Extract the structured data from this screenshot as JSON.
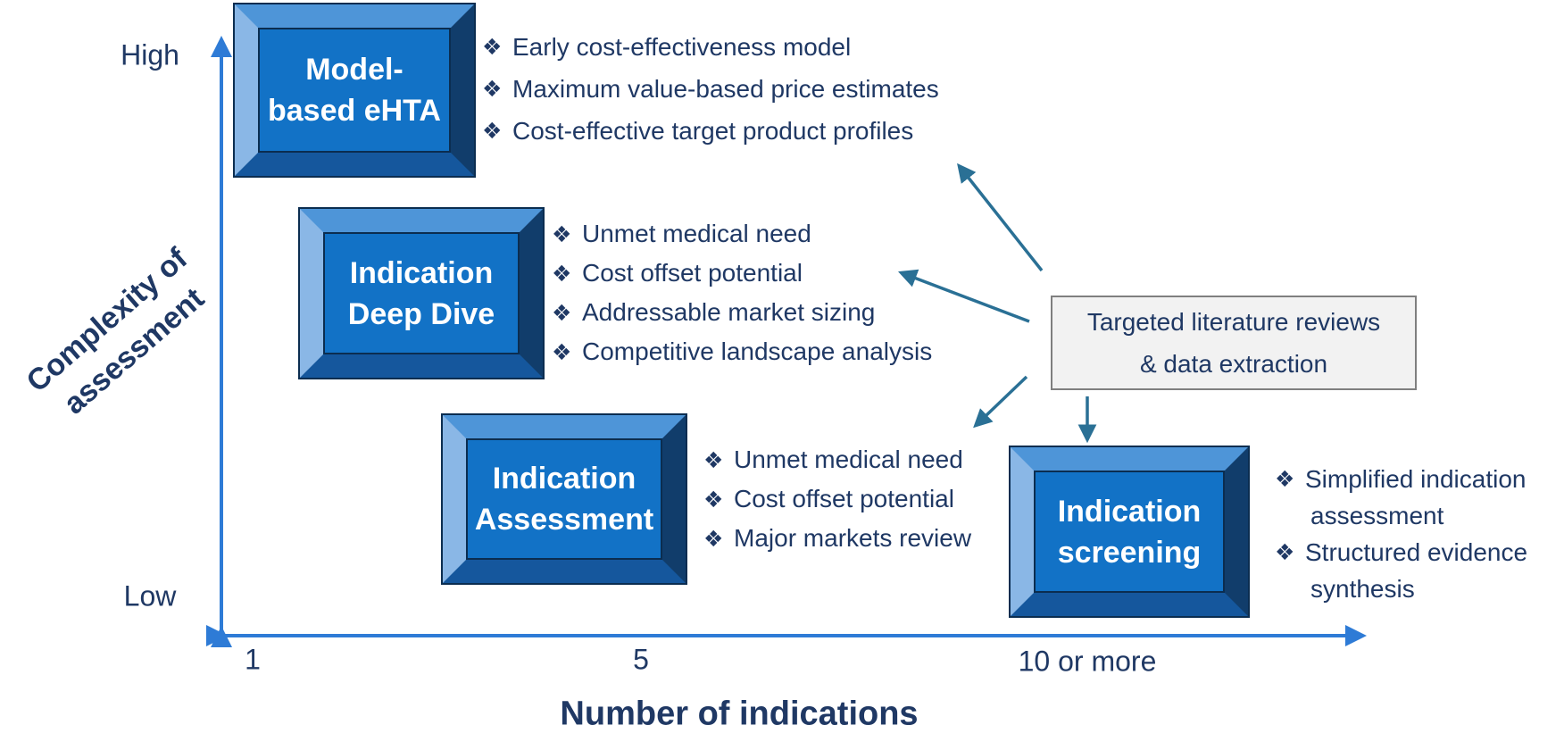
{
  "y_axis": {
    "title_line1": "Complexity of",
    "title_line2": "assessment",
    "high_label": "High",
    "low_label": "Low"
  },
  "x_axis": {
    "title": "Number of indications",
    "tick_1": "1",
    "tick_2": "5",
    "tick_3": "10 or more"
  },
  "bullet_glyph": "❖",
  "boxes": {
    "model_ehta": {
      "line1": "Model-",
      "line2": "based eHTA"
    },
    "deep_dive": {
      "line1": "Indication",
      "line2": "Deep Dive"
    },
    "assessment": {
      "line1": "Indication",
      "line2": "Assessment"
    },
    "screening": {
      "line1": "Indication",
      "line2": "screening"
    }
  },
  "lists": {
    "model_ehta": [
      "Early cost-effectiveness model",
      "Maximum value-based price estimates",
      "Cost-effective target product profiles"
    ],
    "deep_dive": [
      "Unmet medical need",
      "Cost offset potential",
      "Addressable market sizing",
      "Competitive landscape analysis"
    ],
    "assessment": [
      "Unmet medical need",
      "Cost offset potential",
      "Major markets review"
    ],
    "screening": [
      {
        "line1": "Simplified indication",
        "line2": "assessment"
      },
      {
        "line1": "Structured evidence",
        "line2": "synthesis"
      }
    ]
  },
  "note_box": {
    "line1": "Targeted literature reviews",
    "line2": "& data extraction"
  },
  "colors": {
    "axis_blue": "#2E7BD6",
    "arrow_teal": "#2A7095",
    "box_fill": "#1272C6",
    "text_navy": "#1F3864",
    "note_fill": "#F2F2F2"
  }
}
